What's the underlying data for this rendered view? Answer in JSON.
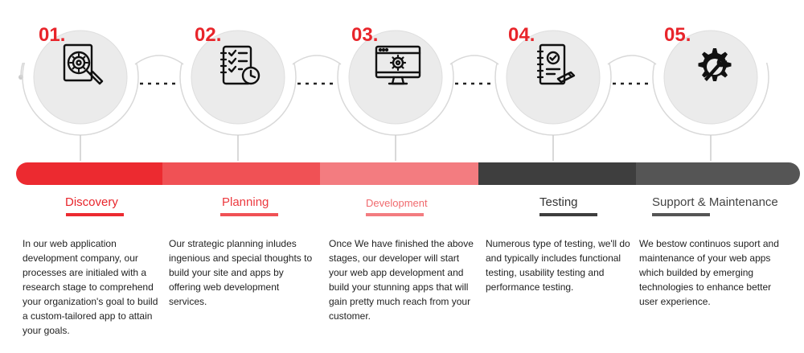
{
  "colors": {
    "red": "#ec2a30",
    "red_mid": "#f05155",
    "red_light": "#f37c80",
    "dark": "#3e3e3e",
    "dark_mid": "#555555",
    "circle_fill": "#e9e9e9",
    "circle_ring": "#d6d6d6"
  },
  "steps": [
    {
      "number": "01.",
      "icon": "magnifier-gear-document-icon",
      "label": "Discovery",
      "description": "In our web application development company, our processes are initialed with a research stage to comprehend your organization's goal to build a custom-tailored app to attain your goals."
    },
    {
      "number": "02.",
      "icon": "checklist-clock-icon",
      "label": "Planning",
      "description": "Our strategic planning inludes ingenious and special thoughts to build your site and apps by offering web development services."
    },
    {
      "number": "03.",
      "icon": "monitor-gear-icon",
      "label": "Development",
      "description": "Once We have finished the above stages, our developer will start your web app development and build your stunning apps that will gain pretty much reach from your customer."
    },
    {
      "number": "04.",
      "icon": "notebook-check-pencil-icon",
      "label": "Testing",
      "description": "Numerous type of testing, we'll do and typically includes functional testing, usability testing and performance testing."
    },
    {
      "number": "05.",
      "icon": "gear-wrench-icon",
      "label": "Support & Maintenance",
      "description": "We bestow continuos suport and maintenance of your web apps which builded by emerging technologies to enhance better user experience."
    }
  ]
}
